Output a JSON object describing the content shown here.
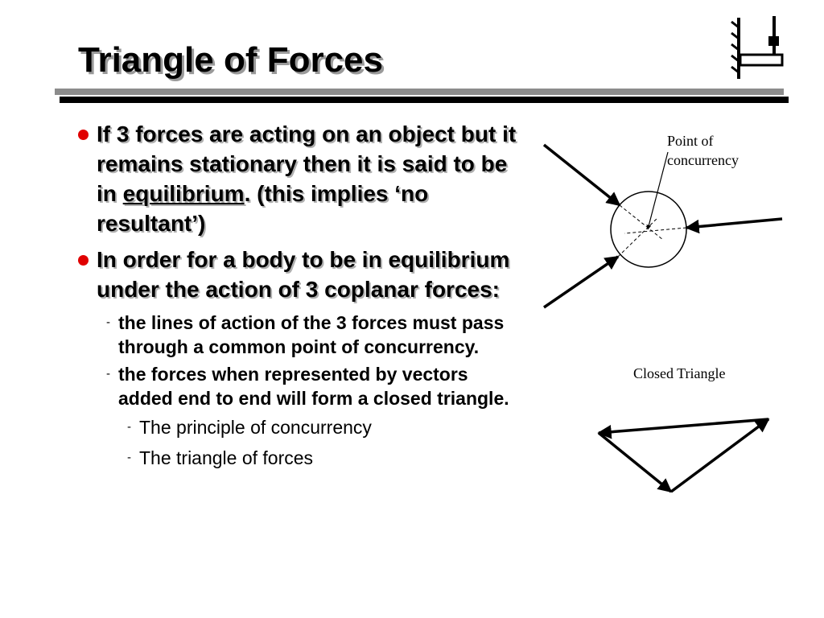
{
  "slide": {
    "title": "Triangle of Forces"
  },
  "bullets": [
    {
      "text_before": "If 3 forces are acting on an object but it remains stationary then it is said to be in ",
      "underlined": "equilibrium",
      "text_after": ". (this implies ‘no resultant’)"
    },
    {
      "text": "In order for a body to be in equilibrium under the action of 3 coplanar forces:"
    }
  ],
  "sub_bullets": [
    {
      "dash": "-",
      "text": "the lines of action of the 3 forces must pass through a common point of concurrency."
    },
    {
      "dash": "-",
      "text": "the forces when represented by vectors added end to end will form a closed triangle."
    }
  ],
  "sub_sub_bullets": [
    {
      "dash": "-",
      "text": "The principle of concurrency"
    },
    {
      "dash": "-",
      "text": "The triangle of forces"
    }
  ],
  "diagram": {
    "concurrency_label": "Point of\nconcurrency",
    "triangle_label": "Closed Triangle"
  },
  "colors": {
    "bullet": "#e00000",
    "title_shadow": "#9a9a9a",
    "rule_gray": "#8c8c8c",
    "rule_black": "#000000"
  }
}
